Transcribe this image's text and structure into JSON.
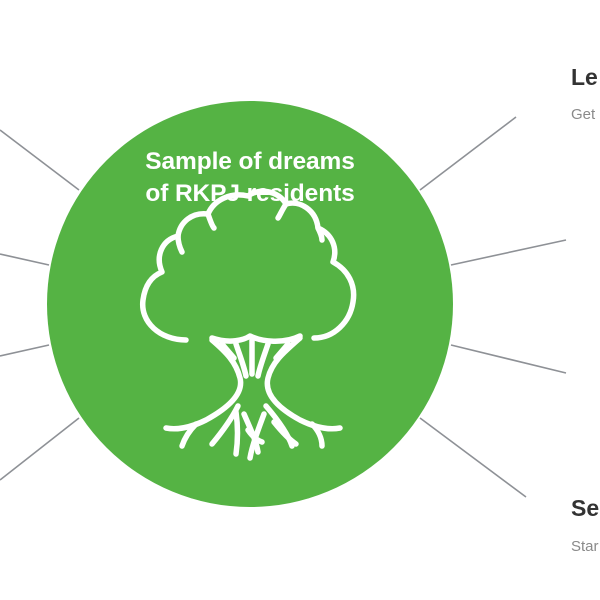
{
  "hub": {
    "title_line1": "Sample of dreams",
    "title_line2": "of RKPJ residents",
    "icon": "tree-with-roots-icon",
    "color": "#55b344"
  },
  "nodes": [
    {
      "title": "Le",
      "subtitle": "Get"
    },
    {
      "title": "Se",
      "subtitle": "Star"
    }
  ],
  "connector_color": "#8e9196"
}
